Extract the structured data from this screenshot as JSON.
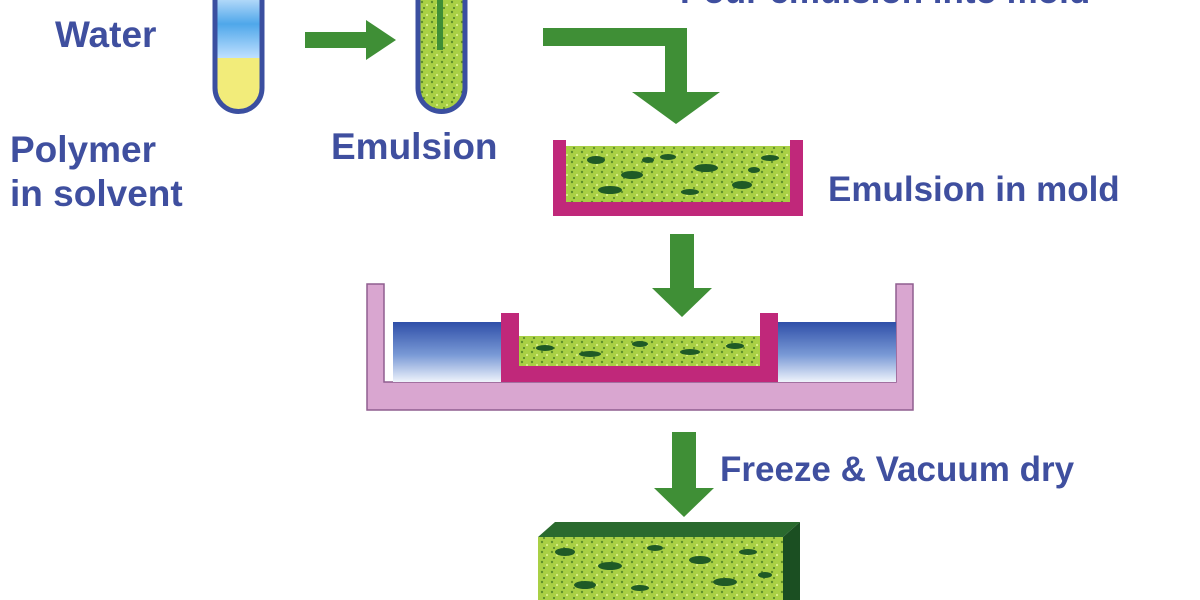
{
  "labels": {
    "water": "Water",
    "polymer_line1": "Polymer",
    "polymer_line2": "in solvent",
    "emulsion": "Emulsion",
    "emulsion_in_mold": "Emulsion in mold",
    "freeze_vacuum_dry": "Freeze & Vacuum dry",
    "cut_off_top": "Pour emulsion into mold"
  },
  "colors": {
    "label_text": "#3f4f9f",
    "arrow_green": "#3f8f36",
    "water_blue": "#5aa9e6",
    "polymer_yellow": "#f2ec7a",
    "mold_magenta": "#c0287a",
    "bath_pink": "#d9a6d0",
    "coolant_blue": "#3f5fb0",
    "emulsion_green": "#a6cf45",
    "foam_dark_green": "#1f5a26"
  }
}
